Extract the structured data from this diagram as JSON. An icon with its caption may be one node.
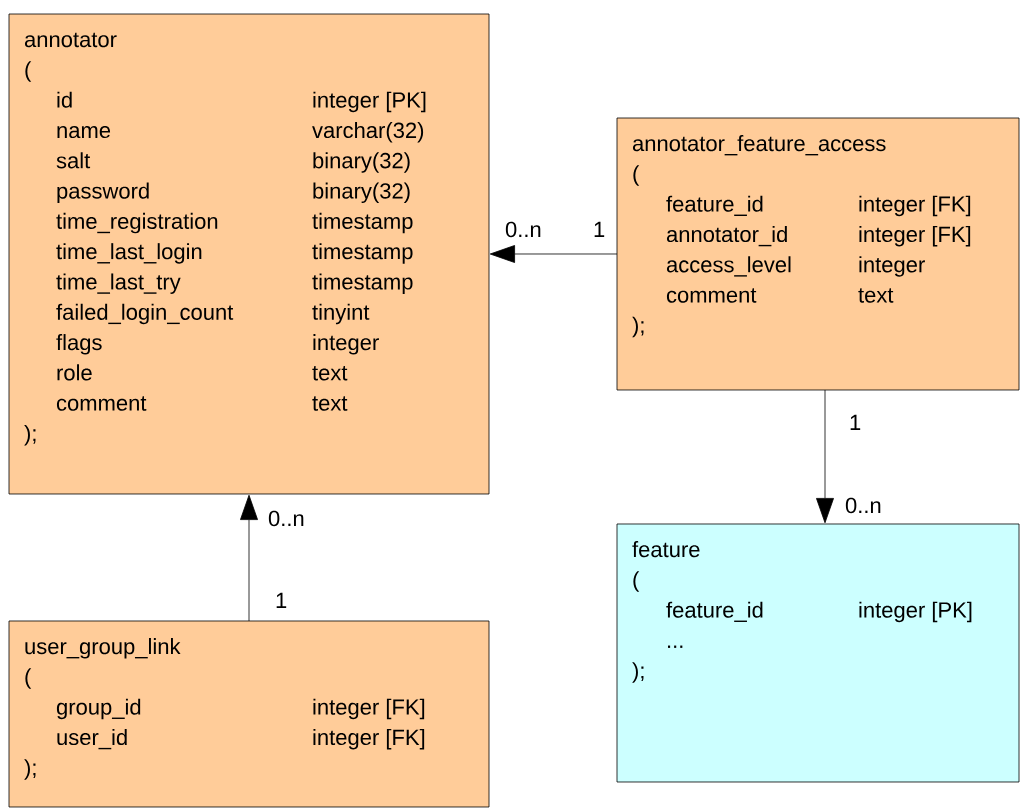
{
  "diagram": {
    "nodes": [
      {
        "text": [
          "annotator",
          "(",
          "id",
          "integer [PK]",
          "name",
          "varchar(32)",
          "salt",
          "binary(32)",
          "password",
          "binary(32)",
          "time_registration",
          "timestamp",
          "time_last_login",
          "timestamp",
          "time_last_try",
          "timestamp",
          "failed_login_count",
          "tinyint",
          "flags",
          "integer",
          "role",
          "text",
          "comment",
          "text",
          ");"
        ]
      },
      {
        "text": [
          "annotator_feature_access",
          "(",
          "feature_id",
          "integer [FK]",
          "annotator_id",
          "integer [FK]",
          "access_level",
          "integer",
          "comment",
          "text",
          ");"
        ]
      },
      {
        "text": [
          "feature",
          "(",
          "feature_id",
          "integer [PK]",
          "...",
          ");"
        ]
      },
      {
        "text": [
          "user_group_link",
          "(",
          "group_id",
          "integer [FK]",
          "user_id",
          "integer [FK]",
          ");"
        ]
      }
    ],
    "edges": [
      {
        "from": 1,
        "to": 0,
        "arrow": "to"
      },
      {
        "from": 3,
        "to": 0,
        "arrow": "to"
      },
      {
        "from": 1,
        "to": 2,
        "arrow": "to"
      }
    ],
    "labels": [
      "0..n",
      "1",
      "1",
      "0..n",
      "0..n",
      "1"
    ]
  }
}
